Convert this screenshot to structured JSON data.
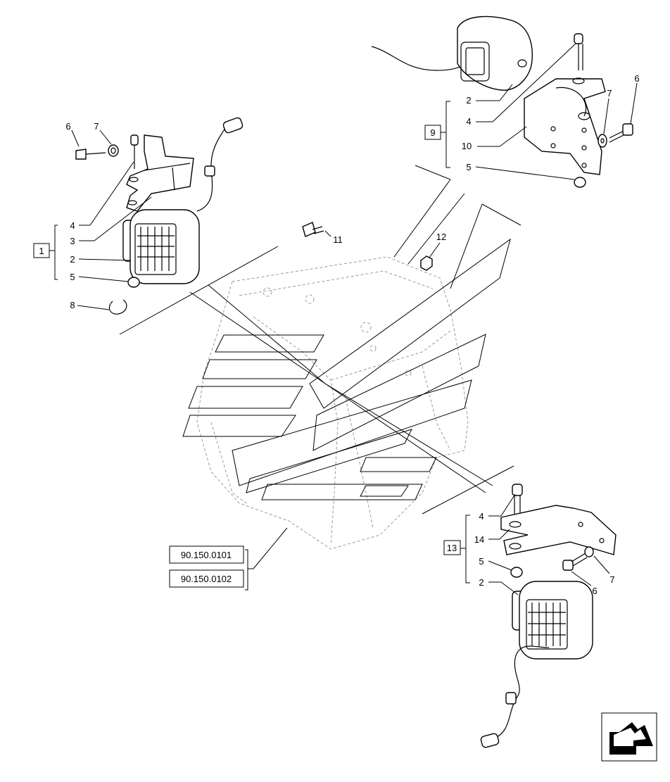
{
  "callouts": {
    "left": {
      "group": "1",
      "items": [
        "4",
        "3",
        "2",
        "5"
      ],
      "screw": "6",
      "washer": "7",
      "clip": "8"
    },
    "top_right": {
      "group": "9",
      "items": [
        "2",
        "4",
        "10",
        "5"
      ],
      "washer": "7",
      "screw": "6"
    },
    "bottom_right": {
      "group": "13",
      "items": [
        "4",
        "14",
        "5",
        "2"
      ],
      "screw": "6",
      "washer": "7"
    },
    "center": {
      "bolt": "11",
      "nut": "12"
    }
  },
  "references": [
    "90.150.0101",
    "90.150.0102"
  ],
  "icons": [
    "navigation-arrow-icon"
  ]
}
